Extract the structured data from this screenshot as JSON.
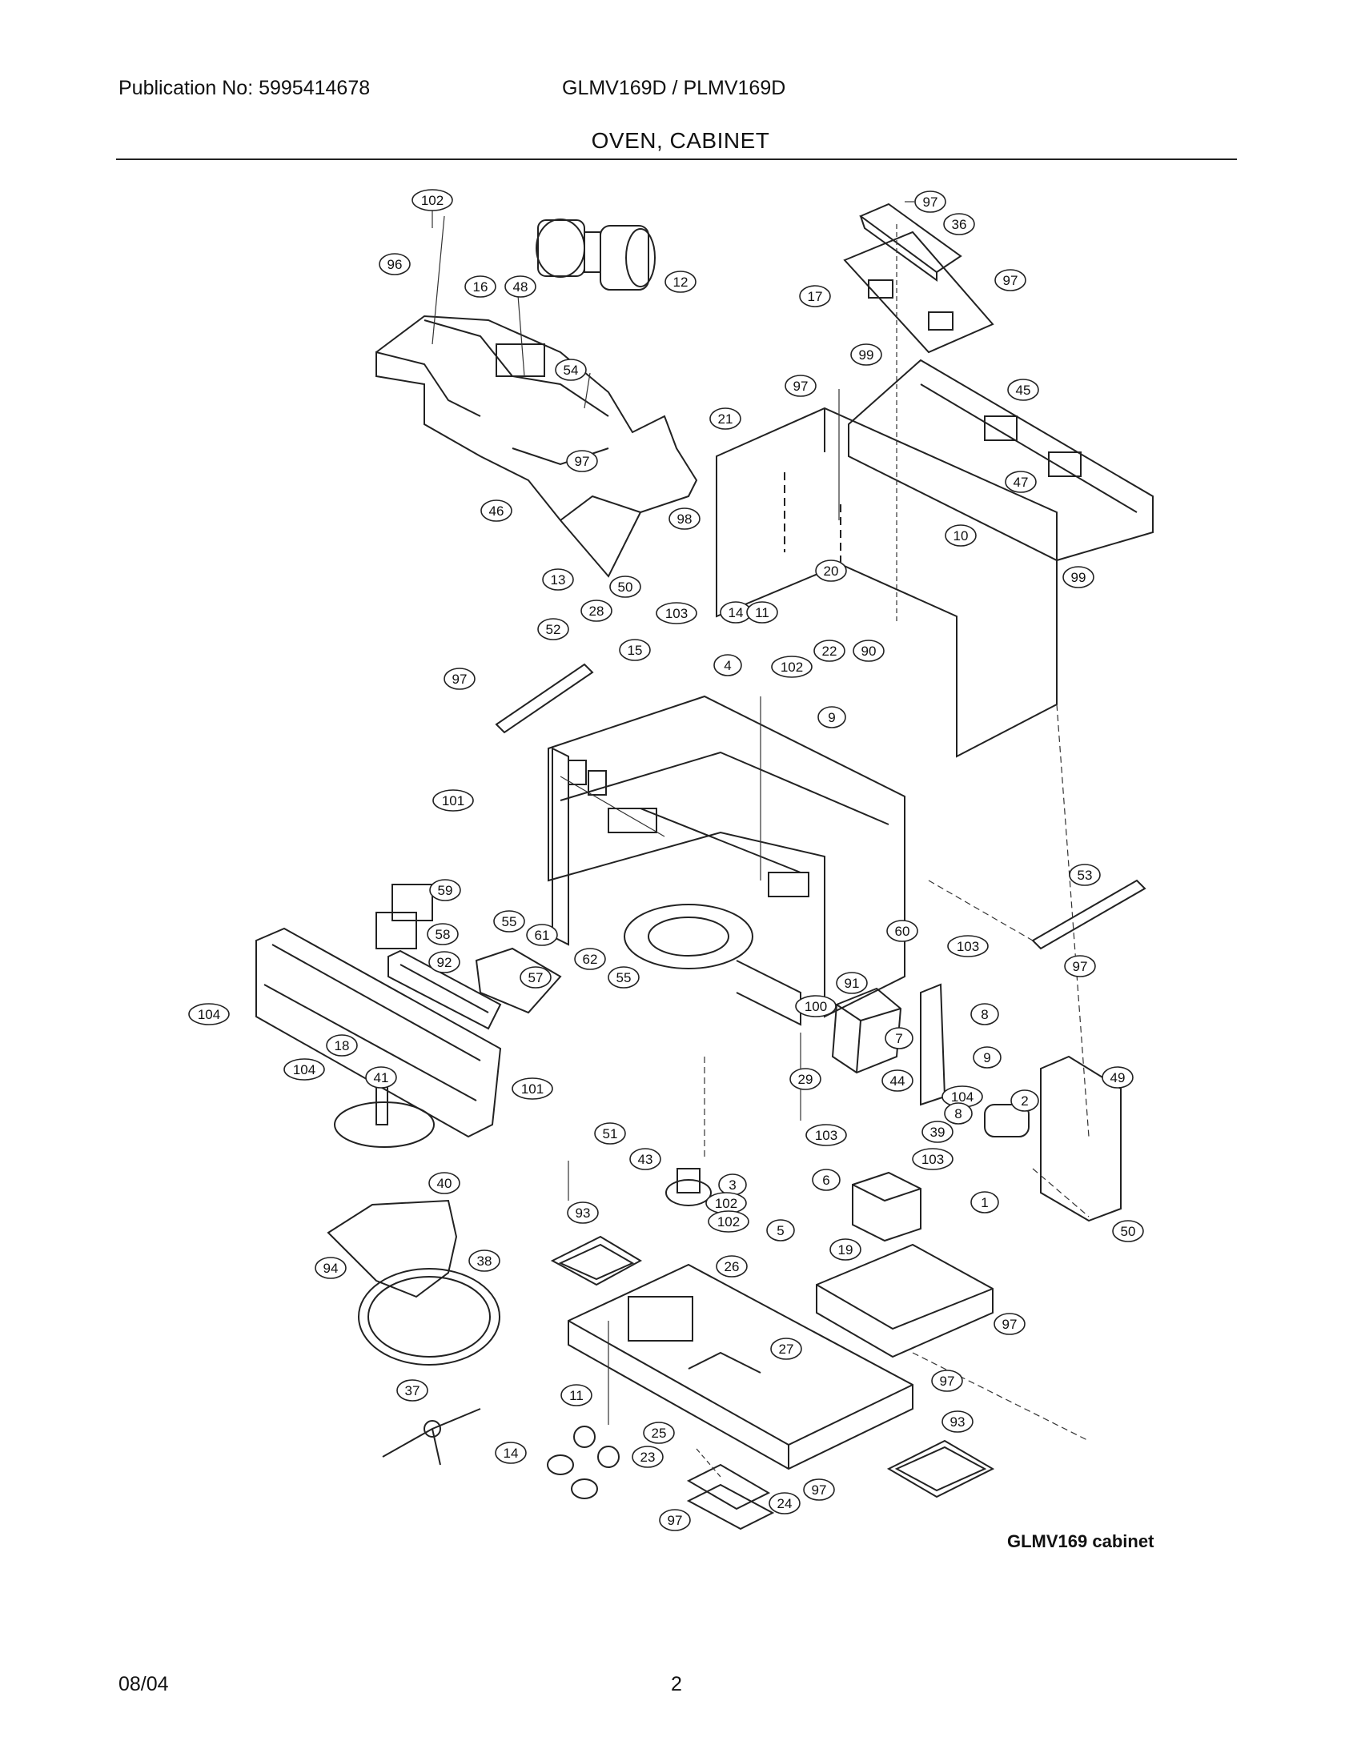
{
  "header": {
    "publication": "Publication No: 5995414678",
    "model": "GLMV169D / PLMV169D",
    "section_title": "OVEN, CABINET"
  },
  "diagram": {
    "caption": "GLMV169 cabinet",
    "callouts": [
      {
        "label": "102"
      },
      {
        "label": "97"
      },
      {
        "label": "36"
      },
      {
        "label": "96"
      },
      {
        "label": "16"
      },
      {
        "label": "48"
      },
      {
        "label": "12"
      },
      {
        "label": "97"
      },
      {
        "label": "17"
      },
      {
        "label": "54"
      },
      {
        "label": "99"
      },
      {
        "label": "97"
      },
      {
        "label": "45"
      },
      {
        "label": "21"
      },
      {
        "label": "97"
      },
      {
        "label": "47"
      },
      {
        "label": "98"
      },
      {
        "label": "46"
      },
      {
        "label": "10"
      },
      {
        "label": "13"
      },
      {
        "label": "50"
      },
      {
        "label": "20"
      },
      {
        "label": "99"
      },
      {
        "label": "28"
      },
      {
        "label": "103"
      },
      {
        "label": "14"
      },
      {
        "label": "11"
      },
      {
        "label": "22"
      },
      {
        "label": "90"
      },
      {
        "label": "15"
      },
      {
        "label": "52"
      },
      {
        "label": "4"
      },
      {
        "label": "102"
      },
      {
        "label": "97"
      },
      {
        "label": "9"
      },
      {
        "label": "101"
      },
      {
        "label": "59"
      },
      {
        "label": "53"
      },
      {
        "label": "58"
      },
      {
        "label": "55"
      },
      {
        "label": "61"
      },
      {
        "label": "60"
      },
      {
        "label": "103"
      },
      {
        "label": "92"
      },
      {
        "label": "62"
      },
      {
        "label": "97"
      },
      {
        "label": "57"
      },
      {
        "label": "55"
      },
      {
        "label": "91"
      },
      {
        "label": "104"
      },
      {
        "label": "100"
      },
      {
        "label": "8"
      },
      {
        "label": "18"
      },
      {
        "label": "7"
      },
      {
        "label": "104"
      },
      {
        "label": "101"
      },
      {
        "label": "9"
      },
      {
        "label": "41"
      },
      {
        "label": "29"
      },
      {
        "label": "44"
      },
      {
        "label": "49"
      },
      {
        "label": "104"
      },
      {
        "label": "2"
      },
      {
        "label": "8"
      },
      {
        "label": "103"
      },
      {
        "label": "39"
      },
      {
        "label": "51"
      },
      {
        "label": "103"
      },
      {
        "label": "43"
      },
      {
        "label": "40"
      },
      {
        "label": "3"
      },
      {
        "label": "6"
      },
      {
        "label": "1"
      },
      {
        "label": "102"
      },
      {
        "label": "102"
      },
      {
        "label": "93"
      },
      {
        "label": "5"
      },
      {
        "label": "50"
      },
      {
        "label": "19"
      },
      {
        "label": "94"
      },
      {
        "label": "38"
      },
      {
        "label": "26"
      },
      {
        "label": "97"
      },
      {
        "label": "27"
      },
      {
        "label": "37"
      },
      {
        "label": "97"
      },
      {
        "label": "11"
      },
      {
        "label": "93"
      },
      {
        "label": "25"
      },
      {
        "label": "14"
      },
      {
        "label": "23"
      },
      {
        "label": "97"
      },
      {
        "label": "24"
      },
      {
        "label": "97"
      }
    ]
  },
  "footer": {
    "date": "08/04",
    "page": "2"
  }
}
